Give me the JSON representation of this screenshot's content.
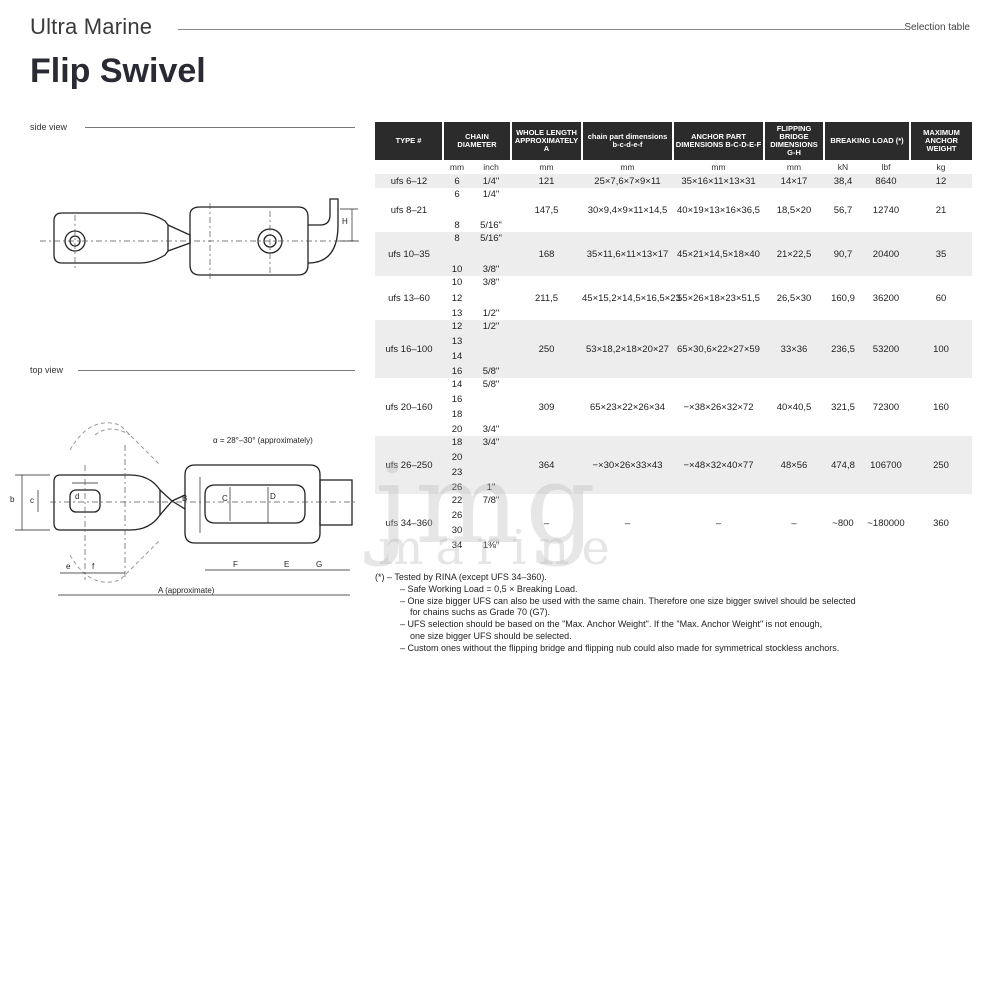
{
  "header": {
    "brand": "Ultra Marine",
    "section": "Selection table",
    "title": "Flip Swivel"
  },
  "views": {
    "side_label": "side view",
    "top_label": "top view",
    "angle_note": "α = 28°–30° (approximately)",
    "dim_A": "A (approximate)",
    "dim_H": "H",
    "dim_B": "B",
    "dim_C": "C",
    "dim_D": "D",
    "dim_F": "F",
    "dim_E": "E",
    "dim_G": "G",
    "dim_b": "b",
    "dim_c": "c",
    "dim_d": "d",
    "dim_e": "e",
    "dim_f": "f"
  },
  "table": {
    "headers": [
      "TYPE #",
      "CHAIN DIAMETER",
      "WHOLE LENGTH APPROXIMATELY A",
      "chain part dimensions b-c-d-e-f",
      "ANCHOR PART DIMENSIONS B-C-D-E-F",
      "FLIPPING BRIDGE DIMENSIONS G-H",
      "BREAKING LOAD (*)",
      "MAXIMUM ANCHOR WEIGHT"
    ],
    "units": [
      "",
      "mm",
      "inch",
      "mm",
      "mm",
      "mm",
      "mm",
      "kN",
      "lbf",
      "kg"
    ],
    "rows": [
      {
        "type": "ufs 6–12",
        "mm": [
          "6"
        ],
        "inch": [
          "1/4\""
        ],
        "length": "121",
        "chain": "25×7,6×7×9×11",
        "anchor": "35×16×11×13×31",
        "bridge": "14×17",
        "kn": "38,4",
        "lbf": "8640",
        "kg": "12"
      },
      {
        "type": "ufs 8–21",
        "mm": [
          "6",
          "",
          "8"
        ],
        "inch": [
          "1/4\"",
          "",
          "5/16\""
        ],
        "length": "147,5",
        "chain": "30×9,4×9×11×14,5",
        "anchor": "40×19×13×16×36,5",
        "bridge": "18,5×20",
        "kn": "56,7",
        "lbf": "12740",
        "kg": "21"
      },
      {
        "type": "ufs 10–35",
        "mm": [
          "8",
          "",
          "10"
        ],
        "inch": [
          "5/16\"",
          "",
          "3/8\""
        ],
        "length": "168",
        "chain": "35×11,6×11×13×17",
        "anchor": "45×21×14,5×18×40",
        "bridge": "21×22,5",
        "kn": "90,7",
        "lbf": "20400",
        "kg": "35"
      },
      {
        "type": "ufs 13–60",
        "mm": [
          "10",
          "12",
          "13"
        ],
        "inch": [
          "3/8\"",
          "",
          "1/2\""
        ],
        "length": "211,5",
        "chain": "45×15,2×14,5×16,5×23",
        "anchor": "55×26×18×23×51,5",
        "bridge": "26,5×30",
        "kn": "160,9",
        "lbf": "36200",
        "kg": "60"
      },
      {
        "type": "ufs 16–100",
        "mm": [
          "12",
          "13",
          "14",
          "16"
        ],
        "inch": [
          "1/2\"",
          "",
          "",
          "5/8\""
        ],
        "length": "250",
        "chain": "53×18,2×18×20×27",
        "anchor": "65×30,6×22×27×59",
        "bridge": "33×36",
        "kn": "236,5",
        "lbf": "53200",
        "kg": "100"
      },
      {
        "type": "ufs 20–160",
        "mm": [
          "14",
          "16",
          "18",
          "20"
        ],
        "inch": [
          "5/8\"",
          "",
          "",
          "3/4\""
        ],
        "length": "309",
        "chain": "65×23×22×26×34",
        "anchor": "−×38×26×32×72",
        "bridge": "40×40,5",
        "kn": "321,5",
        "lbf": "72300",
        "kg": "160"
      },
      {
        "type": "ufs 26–250",
        "mm": [
          "18",
          "20",
          "23",
          "26"
        ],
        "inch": [
          "3/4\"",
          "",
          "",
          "1\""
        ],
        "length": "364",
        "chain": "−×30×26×33×43",
        "anchor": "−×48×32×40×77",
        "bridge": "48×56",
        "kn": "474,8",
        "lbf": "106700",
        "kg": "250"
      },
      {
        "type": "ufs 34–360",
        "mm": [
          "22",
          "26",
          "30",
          "34"
        ],
        "inch": [
          "7/8\"",
          "",
          "",
          "1⅜\""
        ],
        "length": "–",
        "chain": "–",
        "anchor": "–",
        "bridge": "–",
        "kn": "~800",
        "lbf": "~180000",
        "kg": "360"
      }
    ]
  },
  "notes": [
    "(*)  –  Tested by RINA (except UFS 34–360).",
    "–  Safe Working Load = 0,5 × Breaking Load.",
    "–  One size bigger UFS can also  be used with the same chain. Therefore one size bigger swivel should be selected",
    "for chains suchs as Grade 70 (G7).",
    "–  UFS selection should be based on the \"Max. Anchor Weight\". If the \"Max. Anchor Weight\" is not enough,",
    "one  size bigger UFS should  be selected.",
    "–  Custom ones without the flipping bridge and flipping nub could also  made for symmetrical stockless anchors."
  ],
  "watermark": [
    "jmg",
    "marine"
  ]
}
